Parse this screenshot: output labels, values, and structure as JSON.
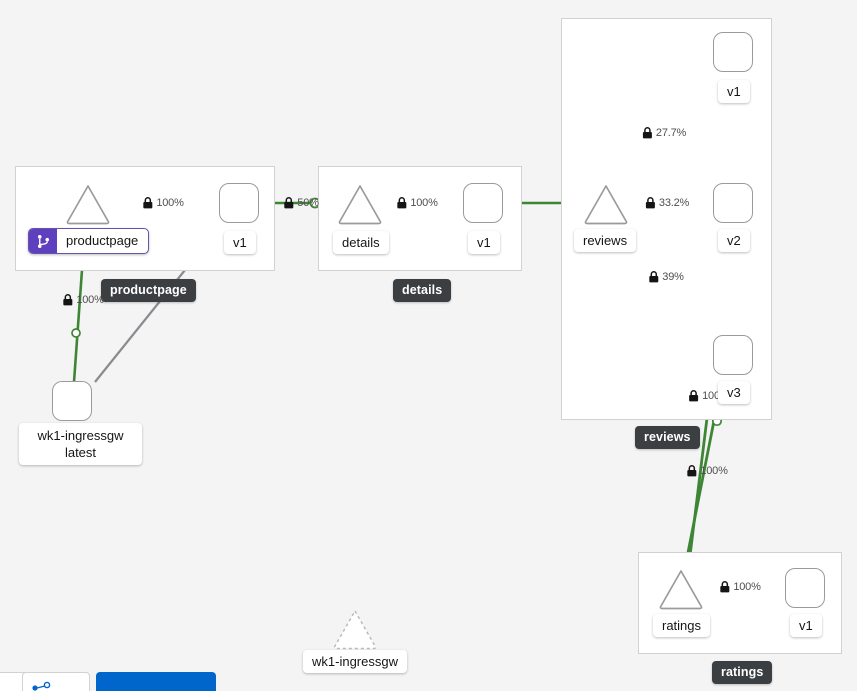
{
  "app": {
    "view": "service-mesh-traffic-graph"
  },
  "namespaces": [
    {
      "name": "productpage",
      "badge_label": "productpage"
    },
    {
      "name": "details",
      "badge_label": "details"
    },
    {
      "name": "reviews",
      "badge_label": "reviews"
    },
    {
      "name": "ratings",
      "badge_label": "ratings"
    }
  ],
  "nodes": {
    "ingressgw": {
      "label_line1": "wk1-ingressgw",
      "label_line2": "latest",
      "shape": "box"
    },
    "productpage_svc": {
      "label": "productpage",
      "shape": "triangle",
      "badge": "virtual-service"
    },
    "productpage_v1": {
      "label": "v1",
      "shape": "box"
    },
    "details_svc": {
      "label": "details",
      "shape": "triangle"
    },
    "details_v1": {
      "label": "v1",
      "shape": "box"
    },
    "reviews_svc": {
      "label": "reviews",
      "shape": "triangle"
    },
    "reviews_v1": {
      "label": "v1",
      "shape": "box"
    },
    "reviews_v2": {
      "label": "v2",
      "shape": "box"
    },
    "reviews_v3": {
      "label": "v3",
      "shape": "box"
    },
    "ratings_svc": {
      "label": "ratings",
      "shape": "triangle"
    },
    "ratings_v1": {
      "label": "v1",
      "shape": "box"
    },
    "outside_ingressgw": {
      "label": "wk1-ingressgw",
      "shape": "triangle-dashed"
    }
  },
  "edges": [
    {
      "id": "e-ingress-to-ppsvc",
      "from": "ingressgw",
      "to": "productpage_svc",
      "label": "100%",
      "secure": true,
      "color": "#3e8635"
    },
    {
      "id": "e-ingress-to-ppv1",
      "from": "ingressgw",
      "to": "productpage_v1",
      "label": "",
      "secure": false,
      "color": "#8a8d90"
    },
    {
      "id": "e-ppsvc-to-ppv1",
      "from": "productpage_svc",
      "to": "productpage_v1",
      "label": "100%",
      "secure": true,
      "color": "#3e8635"
    },
    {
      "id": "e-ppv1-to-detailssvc",
      "from": "productpage_v1",
      "to": "details_svc",
      "label": "50%",
      "secure": true,
      "color": "#3e8635"
    },
    {
      "id": "e-detailssvc-to-dv1",
      "from": "details_svc",
      "to": "details_v1",
      "label": "100%",
      "secure": true,
      "color": "#3e8635"
    },
    {
      "id": "e-ppv1-to-reviewssvc",
      "from": "productpage_v1",
      "to": "reviews_svc",
      "label": "",
      "secure": false,
      "color": "#3e8635"
    },
    {
      "id": "e-reviewssvc-to-rv1",
      "from": "reviews_svc",
      "to": "reviews_v1",
      "label": "27.7%",
      "secure": true,
      "color": "#3e8635"
    },
    {
      "id": "e-reviewssvc-to-rv2",
      "from": "reviews_svc",
      "to": "reviews_v2",
      "label": "33.2%",
      "secure": true,
      "color": "#3e8635"
    },
    {
      "id": "e-reviewssvc-to-rv3",
      "from": "reviews_svc",
      "to": "reviews_v3",
      "label": "39%",
      "secure": true,
      "color": "#3e8635"
    },
    {
      "id": "e-rv3-to-ratingssvc",
      "from": "reviews_v3",
      "to": "ratings_svc",
      "label": "100",
      "secure": true,
      "color": "#3e8635"
    },
    {
      "id": "e-rv2-to-ratingssvc",
      "from": "reviews_v2",
      "to": "ratings_svc",
      "label": "100%",
      "secure": true,
      "color": "#3e8635"
    },
    {
      "id": "e-ratingssvc-to-rav1",
      "from": "ratings_svc",
      "to": "ratings_v1",
      "label": "100%",
      "secure": true,
      "color": "#3e8635"
    }
  ],
  "colors": {
    "healthy_edge": "#3e8635",
    "idle_edge": "#8a8d90",
    "node_stroke": "#9b9b9b",
    "namespace_border": "#d2d2d2",
    "badge_bg": "#3c3f42",
    "virtual_service_badge": "#5e40be",
    "canvas_bg": "#f4f4f4",
    "primary_button": "#0066cc"
  },
  "bottom_bar": {
    "legend_label": "",
    "primary_label": ""
  }
}
